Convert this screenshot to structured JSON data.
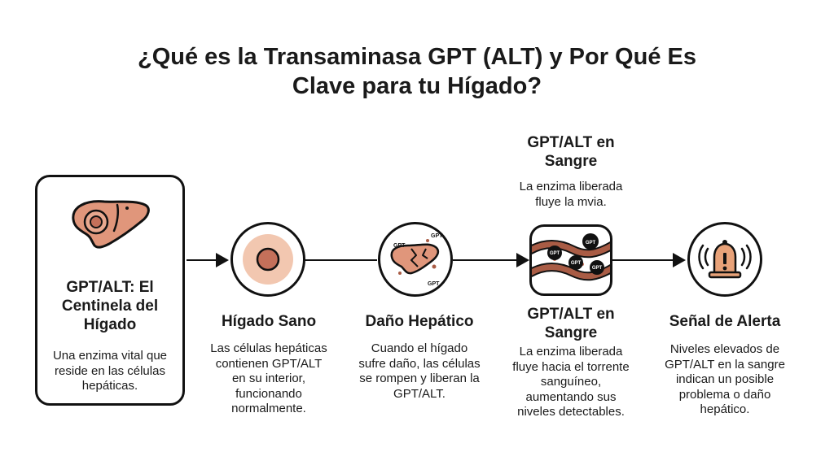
{
  "title": {
    "line1": "¿Qué es la Transaminasa GPT (ALT) y Por Qué Es",
    "line2": "Clave para tu Hígado?"
  },
  "colors": {
    "liver": "#e0967b",
    "liver_dark": "#a95c45",
    "outline": "#111111",
    "alert": "#e8a279"
  },
  "steps": [
    {
      "icon": "liver-icon",
      "title_lines": [
        "GPT/ALT: El",
        "Centinela del",
        "Hígado"
      ],
      "text_lines": [
        "Una enzima vital que",
        "reside en las células",
        "hepáticas."
      ]
    },
    {
      "icon": "healthy-cell-icon",
      "title_lines": [
        "Hígado Sano"
      ],
      "text_lines": [
        "Las células hepáticas",
        "contienen GPT/ALT",
        "en su interior,",
        "funcionando",
        "normalmente."
      ]
    },
    {
      "icon": "damaged-liver-icon",
      "icon_labels": [
        "GPT",
        "GPT",
        "GPT"
      ],
      "title_lines": [
        "Daño Hepático"
      ],
      "text_lines": [
        "Cuando el hígado",
        "sufre daño, las células",
        "se rompen y liberan la",
        "GPT/ALT."
      ]
    },
    {
      "icon": "blood-vessel-icon",
      "icon_labels": [
        "GPT",
        "GPT",
        "GPT",
        "GPT"
      ],
      "top_title_lines": [
        "GPT/ALT en",
        "Sangre"
      ],
      "top_text_lines": [
        "La enzima liberada",
        "fluye la mvia."
      ],
      "title_lines": [
        "GPT/ALT en",
        "Sangre"
      ],
      "text_lines": [
        "La enzima liberada",
        "fluye hacia el torrente",
        "sanguíneo,",
        "aumentando sus",
        "niveles detectables."
      ]
    },
    {
      "icon": "alert-bell-icon",
      "title_lines": [
        "Señal de Alerta"
      ],
      "text_lines": [
        "Niveles elevados de",
        "GPT/ALT en la sangre",
        "indican un posible",
        "problema o daño",
        "hepático."
      ]
    }
  ]
}
